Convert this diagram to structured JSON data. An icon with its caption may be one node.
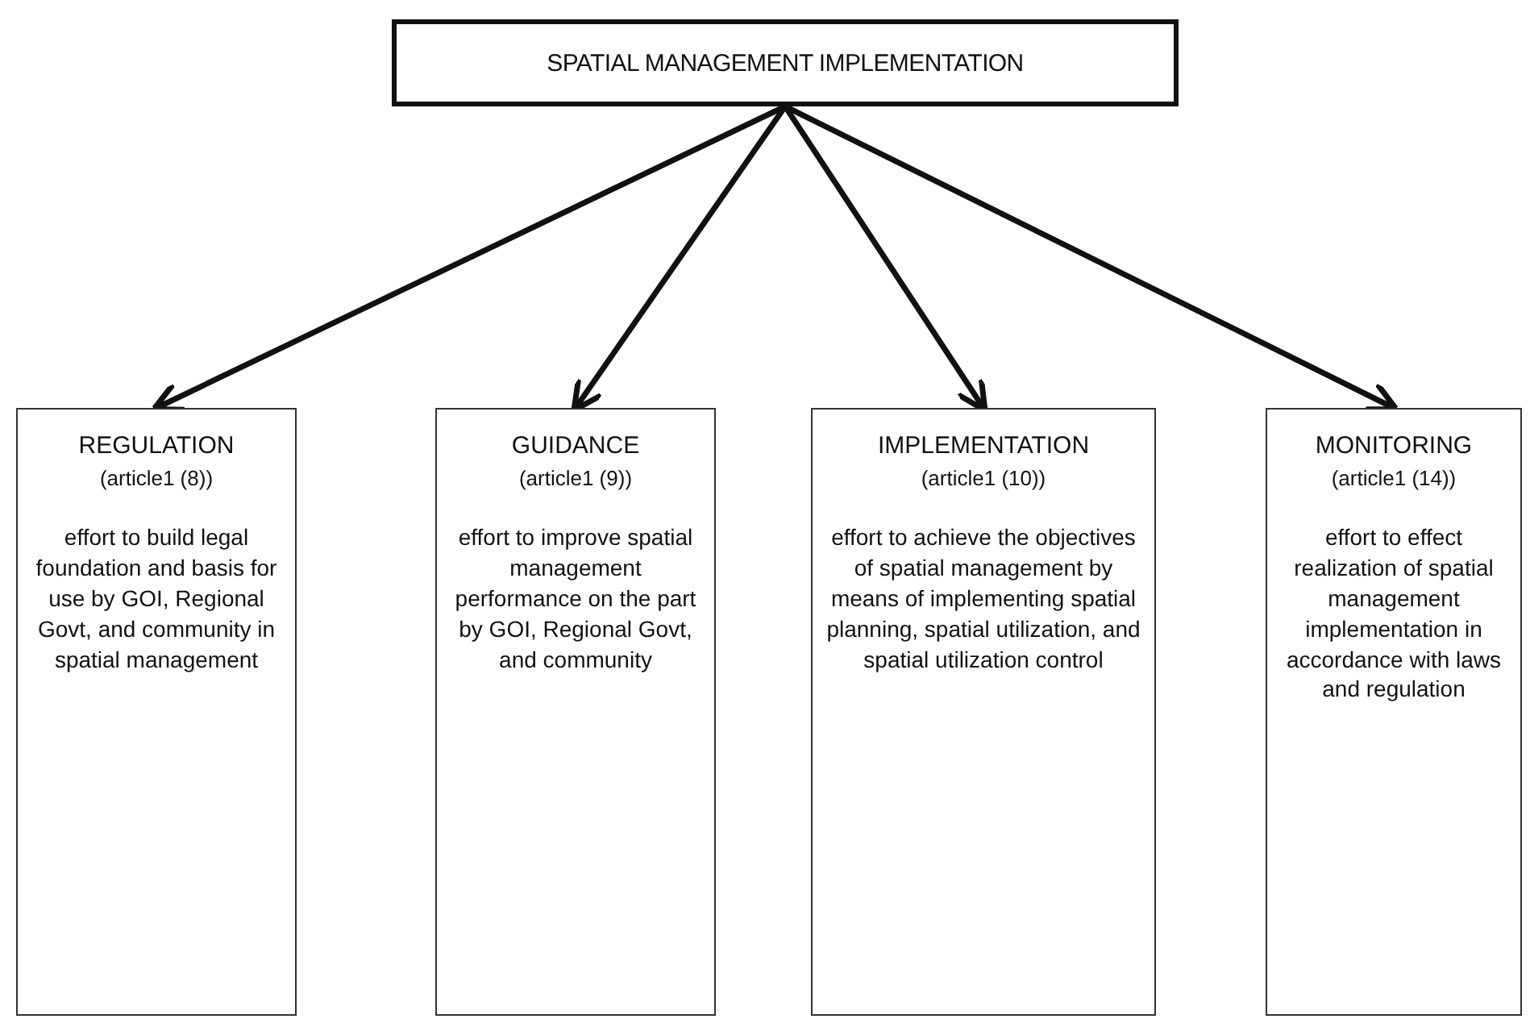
{
  "diagram": {
    "nodes": [
      {
        "text": [
          "SPATIAL MANAGEMENT IMPLEMENTATION"
        ]
      },
      {
        "text": [
          "REGULATION",
          "(article1 (8))",
          "effort to build legal foundation and basis for use by GOI, Regional Govt, and community in spatial management"
        ]
      },
      {
        "text": [
          "GUIDANCE",
          "(article1 (9))",
          "effort to improve spatial management performance on the part by GOI, Regional Govt, and community"
        ]
      },
      {
        "text": [
          "IMPLEMENTATION",
          "(article1 (10))",
          "effort to achieve the objectives of spatial management by means of implementing spatial planning, spatial utilization, and spatial utilization control"
        ]
      },
      {
        "text": [
          "MONITORING",
          "(article1 (14))",
          "effort to effect realization of spatial management implementation in accordance with laws and regulation"
        ]
      }
    ],
    "edges": [
      {
        "from": 0,
        "to": 1,
        "arrow": "to"
      },
      {
        "from": 0,
        "to": 2,
        "arrow": "to"
      },
      {
        "from": 0,
        "to": 3,
        "arrow": "to"
      },
      {
        "from": 0,
        "to": 4,
        "arrow": "to"
      }
    ]
  }
}
